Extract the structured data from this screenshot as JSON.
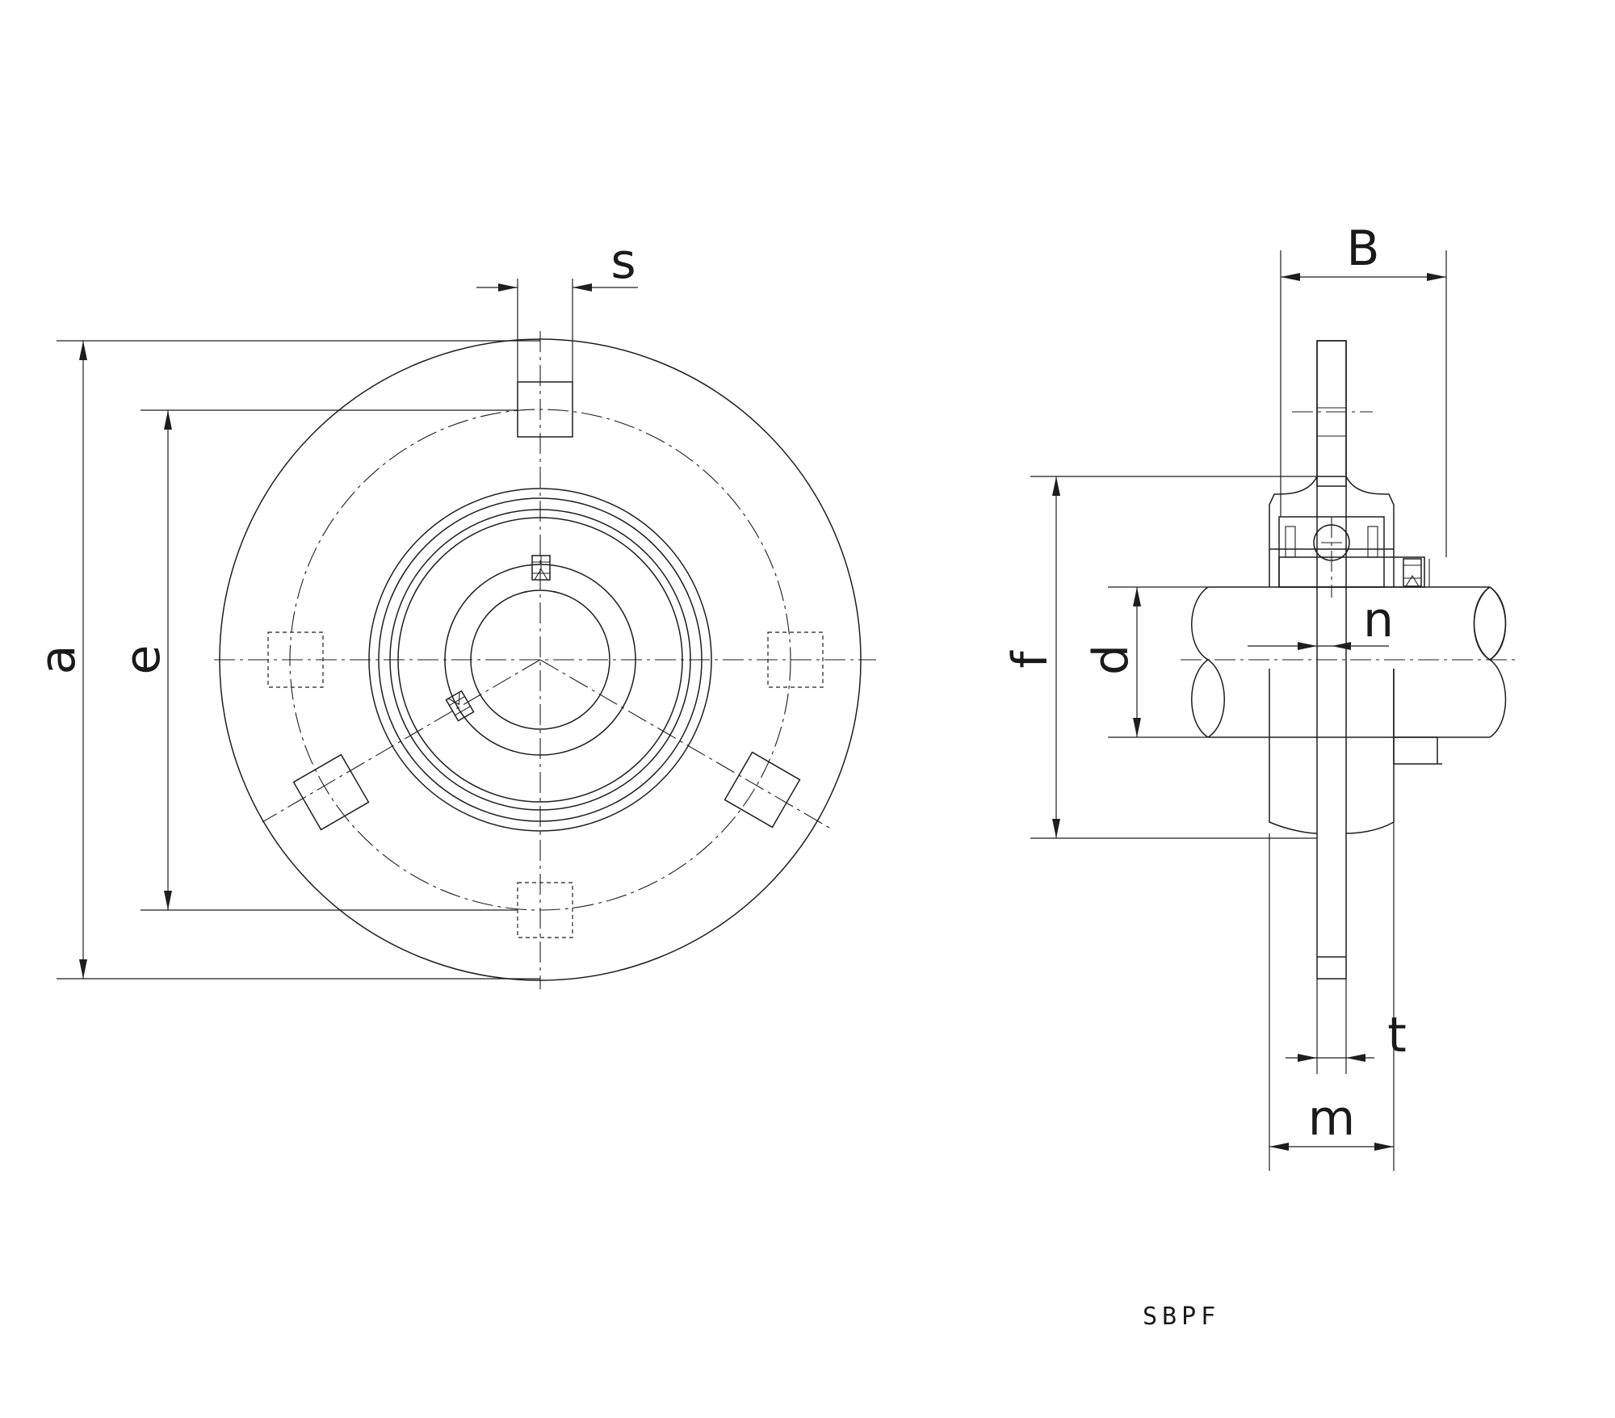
{
  "labels": {
    "a": "a",
    "e": "e",
    "s": "s",
    "B": "B",
    "f": "f",
    "d": "d",
    "n": "n",
    "t": "t",
    "m": "m"
  },
  "caption": "SBPF"
}
